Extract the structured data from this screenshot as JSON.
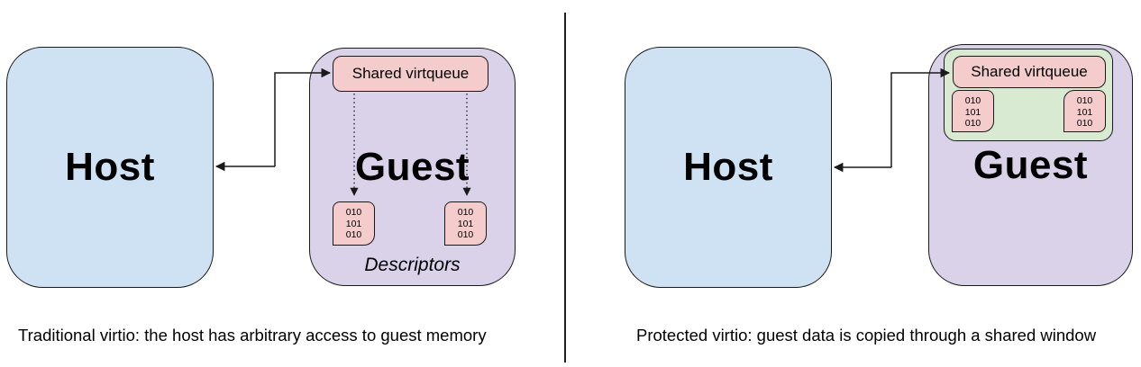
{
  "colors": {
    "host_fill": "#cfe2f3",
    "guest_fill": "#d9d2e9",
    "virtqueue_fill": "#f4cccc",
    "descriptor_fill": "#f4cccc",
    "window_fill": "#d9ead3",
    "line": "#1a1a1a"
  },
  "left_panel": {
    "host_label": "Host",
    "guest_label": "Guest",
    "virtqueue_label": "Shared virtqueue",
    "descriptor_text": "010\n101\n010",
    "descriptors_label": "Descriptors",
    "caption": "Traditional virtio: the host has arbitrary access to guest memory"
  },
  "right_panel": {
    "host_label": "Host",
    "guest_label": "Guest",
    "virtqueue_label": "Shared virtqueue",
    "descriptor_text": "010\n101\n010",
    "caption": "Protected virtio: guest data is copied through a shared window"
  }
}
